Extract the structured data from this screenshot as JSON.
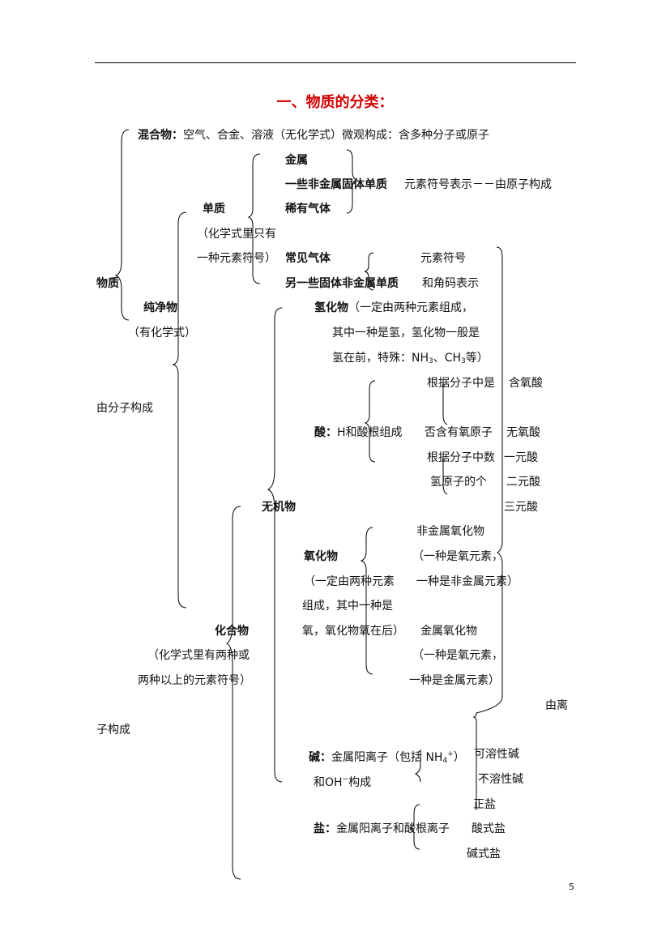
{
  "header": {
    "title": "一、物质的分类："
  },
  "mixture": {
    "label": "混合物：",
    "text": "空气、合金、溶液（无化学式）微观构成：含多种分子或原子"
  },
  "simple": {
    "metal": "金属",
    "nonmetal_solid": "一些非金属固体单质",
    "symbol_note": "元素符号表示－－由原子构成",
    "noble_gas": "稀有气体",
    "label": "单质",
    "note1": "（化学式里只有",
    "note2": "一种元素符号）",
    "common_gas": "常见气体",
    "symbol2": "元素符号",
    "other_nonmetal": "另一些固体非金属单质",
    "subscript_note": "和角码表示"
  },
  "matter": {
    "label": "物质"
  },
  "pure": {
    "label": "纯净物",
    "note": "（有化学式）"
  },
  "hydride": {
    "label": "氢化物",
    "line1": "（一定由两种元素组成，",
    "line2": "其中一种是氢，氢化物一般是",
    "line3_pre": "氢在前，特殊：NH",
    "line3_sub1": "3",
    "line3_mid": "、CH",
    "line3_sub2": "3",
    "line3_post": "等）"
  },
  "molecule": {
    "label": "由分子构成"
  },
  "acid": {
    "criterion1": "根据分子中是",
    "oxy_acid": "含氧酸",
    "label": "酸：",
    "composition": "H和酸根组成",
    "criterion2": "否含有氧原子",
    "non_oxy_acid": "无氧酸",
    "criterion3": "根据分子中数",
    "mono": "一元酸",
    "criterion4": "氢原子的个",
    "di": "二元酸",
    "tri": "三元酸"
  },
  "inorganic": {
    "label": "无机物"
  },
  "oxide": {
    "nonmetal_oxide": "非金属氧化物",
    "label": "氧化物",
    "nm_note1": "（一种是氧元素，",
    "note1": "（一定由两种元素",
    "nm_note2": "一种是非金属元素）",
    "note2": "组成，其中一种是",
    "note3": "氧，氧化物氧在后）",
    "metal_oxide": "金属氧化物",
    "m_note1": "（一种是氧元素，",
    "m_note2": "一种是金属元素）"
  },
  "compound": {
    "label": "化合物",
    "note1": "（化学式里有两种或",
    "note2": "两种以上的元素符号）"
  },
  "ion": {
    "part1": "由离",
    "part2": "子构成"
  },
  "base": {
    "label": "碱：",
    "text_pre": "金属阳离子（包括 NH",
    "sub": "4",
    "sup": "+",
    "text_post": "）",
    "soluble": "可溶性碱",
    "line2": "和OH",
    "line2_sup": "−",
    "line2_post": "构成",
    "insoluble": "不溶性碱"
  },
  "salt": {
    "normal": "正盐",
    "label": "盐：",
    "text": "金属阳离子和酸根离子",
    "acid_salt": "酸式盐",
    "basic_salt": "碱式盐"
  },
  "footer": {
    "page_number": "5"
  }
}
